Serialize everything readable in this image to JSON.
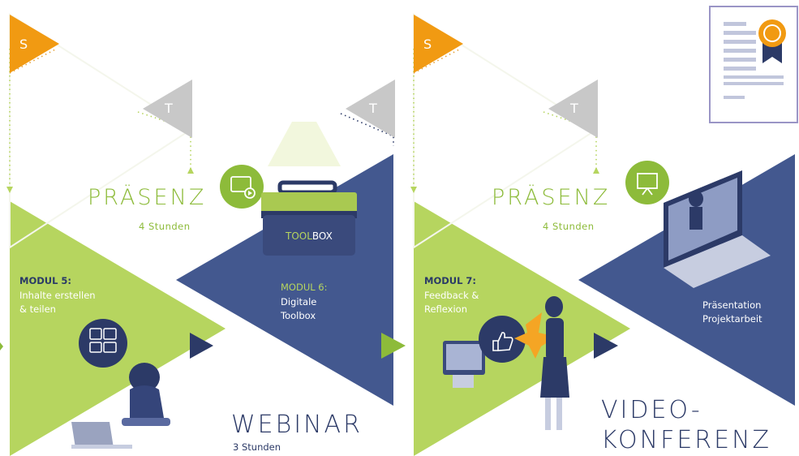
{
  "flags": {
    "start_letter": "S",
    "turn_letter": "T"
  },
  "left": {
    "praesenz": {
      "title": "PRÄSENZ",
      "hours": "4 Stunden"
    },
    "module5": {
      "title": "MODUL 5:",
      "line1": "Inhalte erstellen",
      "line2": "& teilen"
    },
    "module6": {
      "title": "MODUL 6:",
      "line1": "Digitale",
      "line2": "Toolbox"
    },
    "toolbox": {
      "part1": "TOOL",
      "part2": "BOX"
    },
    "webinar": {
      "title": "WEBINAR",
      "hours": "3 Stunden"
    }
  },
  "right": {
    "praesenz": {
      "title": "PRÄSENZ",
      "hours": "4 Stunden"
    },
    "module7": {
      "title": "MODUL 7:",
      "line1": "Feedback &",
      "line2": "Reflexion"
    },
    "presentation": {
      "line1": "Präsentation",
      "line2": "Projektarbeit"
    },
    "video": {
      "line1": "VIDEO-",
      "line2": "KONFERENZ"
    }
  },
  "icons": [
    "start-flag-icon",
    "turn-flag-icon",
    "media-content-icon",
    "content-share-icon",
    "toolbox-icon",
    "thumbs-up-icon",
    "presentation-board-icon",
    "certificate-icon",
    "laptop-icon",
    "video-call-monitor-icon",
    "play-arrow-icon"
  ],
  "colors": {
    "green": "#b6d55f",
    "green_dark": "#8dbb3a",
    "navy": "#2c3a67",
    "blue": "#43588f",
    "orange": "#f19a12",
    "gray": "#c8c8c8",
    "lavender": "#9a95c6"
  }
}
